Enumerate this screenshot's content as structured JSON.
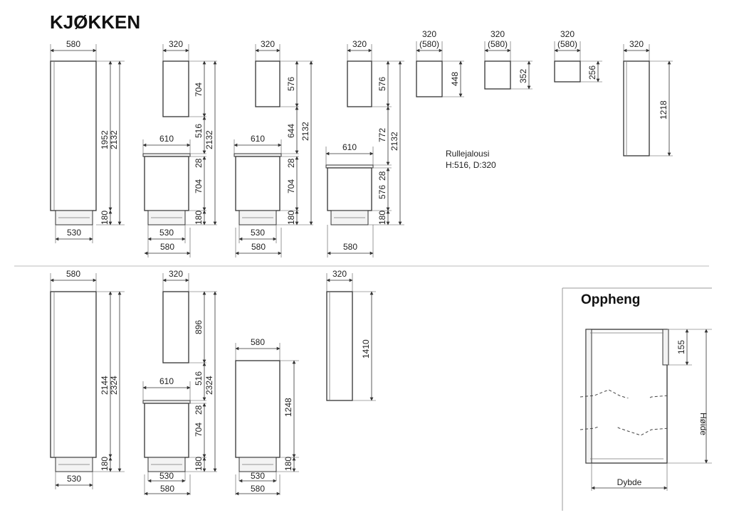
{
  "title": "KJØKKEN",
  "note": {
    "line1": "Rullejalousi",
    "line2": "H:516, D:320"
  },
  "oppheng": {
    "title": "Oppheng",
    "label_155": "155",
    "label_hojde": "Høide",
    "label_dybde": "Dybde"
  },
  "dims": {
    "r1_tall_w": "580",
    "r1_tall_h1": "1952",
    "r1_tall_h2": "2132",
    "r1_tall_plinth": "180",
    "r1_tall_base": "530",
    "r1c2_top_w": "320",
    "r1c2_top_h": "704",
    "r1c2_gap": "516",
    "r1c2_tot": "2132",
    "r1c2_ctr": "610",
    "r1c2_ct": "28",
    "r1c2_base_h": "704",
    "r1c2_plinth": "180",
    "r1c2_bw1": "530",
    "r1c2_bw2": "580",
    "r1c3_top_w": "320",
    "r1c3_top_h": "576",
    "r1c3_gap": "644",
    "r1c3_tot": "2132",
    "r1c3_ctr": "610",
    "r1c3_ct": "28",
    "r1c3_base_h": "704",
    "r1c3_plinth": "180",
    "r1c3_bw1": "530",
    "r1c3_bw2": "580",
    "r1c4_top_w": "320",
    "r1c4_top_h": "576",
    "r1c4_gap": "772",
    "r1c4_tot": "2132",
    "r1c4_ctr": "610",
    "r1c4_ct": "28",
    "r1c4_base_h": "576",
    "r1c4_plinth": "180",
    "r1c4_bw2": "580",
    "s1_w": "320",
    "s1_w2": "(580)",
    "s1_h": "448",
    "s2_w": "320",
    "s2_w2": "(580)",
    "s2_h": "352",
    "s3_w": "320",
    "s3_w2": "(580)",
    "s3_h": "256",
    "s4_w": "320",
    "s4_h": "1218",
    "r2_tall_w": "580",
    "r2_tall_h1": "2144",
    "r2_tall_h2": "2324",
    "r2_tall_plinth": "180",
    "r2_tall_base": "530",
    "r2c2_top_w": "320",
    "r2c2_top_h": "896",
    "r2c2_gap": "516",
    "r2c2_tot": "2324",
    "r2c2_ctr": "610",
    "r2c2_ct": "28",
    "r2c2_base_h": "704",
    "r2c2_plinth": "180",
    "r2c2_bw1": "530",
    "r2c2_bw2": "580",
    "r2c3_w": "580",
    "r2c3_h": "1248",
    "r2c3_plinth": "180",
    "r2c3_bw1": "530",
    "r2c3_bw2": "580",
    "r2c4_w": "320",
    "r2c4_h": "1410"
  }
}
